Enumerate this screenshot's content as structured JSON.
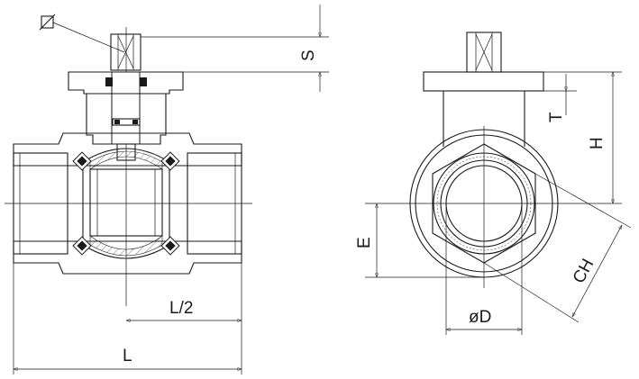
{
  "drawing": {
    "labels": {
      "square_symbol": "",
      "S": "S",
      "T": "T",
      "H": "H",
      "E": "E",
      "CH": "CH",
      "D": "øD",
      "L2": "L/2",
      "L": "L"
    }
  }
}
